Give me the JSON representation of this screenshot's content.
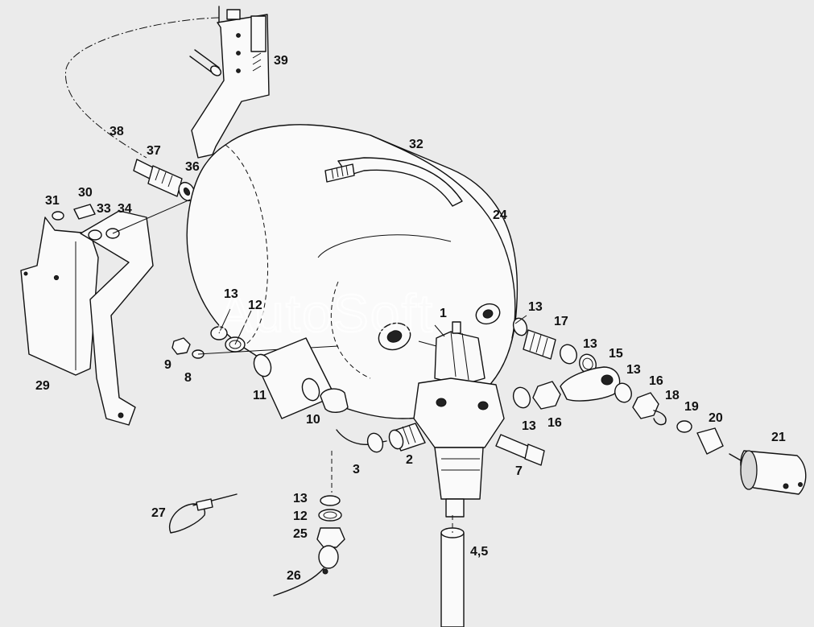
{
  "watermark": "AutoSoft",
  "callouts": [
    {
      "id": "c39",
      "text": "39"
    },
    {
      "id": "c38",
      "text": "38"
    },
    {
      "id": "c37",
      "text": "37"
    },
    {
      "id": "c36",
      "text": "36"
    },
    {
      "id": "c32",
      "text": "32"
    },
    {
      "id": "c31",
      "text": "31"
    },
    {
      "id": "c30",
      "text": "30"
    },
    {
      "id": "c33",
      "text": "33"
    },
    {
      "id": "c34",
      "text": "34"
    },
    {
      "id": "c24",
      "text": "24"
    },
    {
      "id": "c13a",
      "text": "13"
    },
    {
      "id": "c12a",
      "text": "12"
    },
    {
      "id": "c1",
      "text": "1"
    },
    {
      "id": "c13b",
      "text": "13"
    },
    {
      "id": "c17",
      "text": "17"
    },
    {
      "id": "c13c",
      "text": "13"
    },
    {
      "id": "c15",
      "text": "15"
    },
    {
      "id": "c13d",
      "text": "13"
    },
    {
      "id": "c16a",
      "text": "16"
    },
    {
      "id": "c9",
      "text": "9"
    },
    {
      "id": "c8",
      "text": "8"
    },
    {
      "id": "c29",
      "text": "29"
    },
    {
      "id": "c11",
      "text": "11"
    },
    {
      "id": "c10",
      "text": "10"
    },
    {
      "id": "c18",
      "text": "18"
    },
    {
      "id": "c19",
      "text": "19"
    },
    {
      "id": "c20",
      "text": "20"
    },
    {
      "id": "c13e",
      "text": "13"
    },
    {
      "id": "c16b",
      "text": "16"
    },
    {
      "id": "c21",
      "text": "21"
    },
    {
      "id": "c2",
      "text": "2"
    },
    {
      "id": "c3",
      "text": "3"
    },
    {
      "id": "c7",
      "text": "7"
    },
    {
      "id": "c27",
      "text": "27"
    },
    {
      "id": "c13f",
      "text": "13"
    },
    {
      "id": "c12b",
      "text": "12"
    },
    {
      "id": "c25",
      "text": "25"
    },
    {
      "id": "c45",
      "text": "4,5"
    },
    {
      "id": "c26",
      "text": "26"
    }
  ]
}
